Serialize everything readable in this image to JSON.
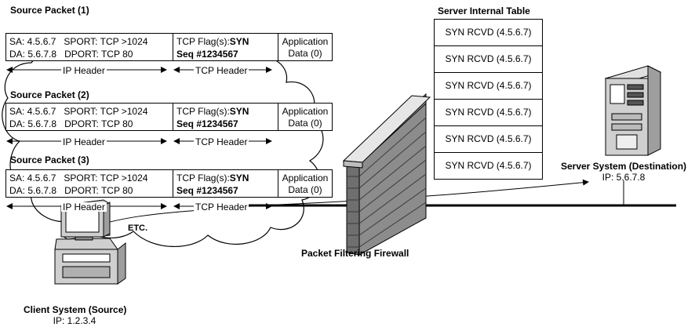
{
  "packets": [
    {
      "title": "Source Packet (1)",
      "sa": "SA: 4.5.6.7",
      "sport": "SPORT: TCP >1024",
      "da": "DA: 5.6.7.8",
      "dport": "DPORT: TCP 80",
      "flag_prefix": "TCP Flag(s):",
      "flag": "SYN",
      "seq": "Seq #1234567",
      "app1": "Application",
      "app2": "Data (0)",
      "ip_header": "IP Header",
      "tcp_header": "TCP Header"
    },
    {
      "title": "Source Packet (2)",
      "sa": "SA: 4.5.6.7",
      "sport": "SPORT: TCP >1024",
      "da": "DA: 5.6.7.8",
      "dport": "DPORT: TCP 80",
      "flag_prefix": "TCP Flag(s):",
      "flag": "SYN",
      "seq": "Seq #1234567",
      "app1": "Application",
      "app2": "Data (0)",
      "ip_header": "IP Header",
      "tcp_header": "TCP Header"
    },
    {
      "title": "Source Packet (3)",
      "sa": "SA: 4.5.6.7",
      "sport": "SPORT: TCP >1024",
      "da": "DA: 5.6.7.8",
      "dport": "DPORT: TCP 80",
      "flag_prefix": "TCP Flag(s):",
      "flag": "SYN",
      "seq": "Seq #1234567",
      "app1": "Application",
      "app2": "Data (0)",
      "ip_header": "IP Header",
      "tcp_header": "TCP Header"
    }
  ],
  "etc_label": "ETC.",
  "server_table": {
    "title": "Server Internal Table",
    "rows": [
      "SYN RCVD (4.5.6.7)",
      "SYN RCVD (4.5.6.7)",
      "SYN RCVD (4.5.6.7)",
      "SYN RCVD (4.5.6.7)",
      "SYN RCVD (4.5.6.7)",
      "SYN RCVD (4.5.6.7)"
    ]
  },
  "firewall": {
    "label": "Packet Filtering Firewall",
    "icon": "brick-wall-icon"
  },
  "server": {
    "label": "Server System (Destination)",
    "ip": "IP: 5.6.7.8",
    "icon": "server-tower-icon"
  },
  "client": {
    "label": "Client System (Source)",
    "ip": "IP: 1.2.3.4",
    "icon": "desktop-computer-icon"
  }
}
